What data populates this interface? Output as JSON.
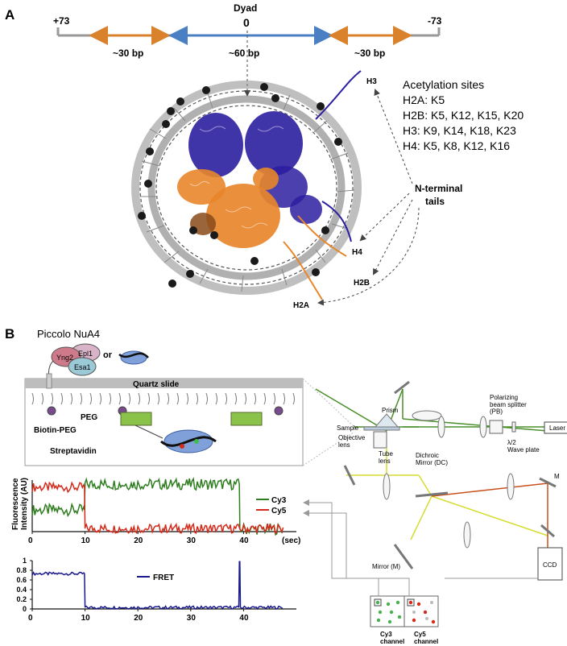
{
  "panel_a": {
    "label": "A",
    "ruler": {
      "left": "+73",
      "right": "-73",
      "dyad": "Dyad",
      "zero": "0",
      "left_seg": "~30 bp",
      "mid_seg": "~60 bp",
      "right_seg": "~30 bp"
    },
    "acetylation": {
      "title": "Acetylation sites",
      "h2a": "H2A: K5",
      "h2b": "H2B: K5, K12, K15, K20",
      "h3": "H3: K9, K14, K18, K23",
      "h4": "H4: K5, K8, K12, K16"
    },
    "tails": {
      "line1": "N-terminal",
      "line2": "tails"
    },
    "histones": {
      "h3": "H3",
      "h4": "H4",
      "h2b": "H2B",
      "h2a": "H2A"
    }
  },
  "panel_b": {
    "label": "B",
    "complex_title": "Piccolo NuA4",
    "subunits": {
      "yng2": "Yng2",
      "epl1": "Epl1",
      "esa1": "Esa1"
    },
    "or": "or",
    "quartz": "Quartz slide",
    "peg": "PEG",
    "biotin_peg": "Biotin-PEG",
    "streptavidin": "Streptavidin",
    "optics": {
      "prism": "Prism",
      "sample": "Sample",
      "objective": "Objective\nlens",
      "polarizing": "Polarizing\nbeam splitter\n(PB)",
      "laser": "Laser",
      "waveplate": "λ/2\nWave plate",
      "tube": "Tube\nlens",
      "dichroic": "Dichroic\nMirror (DC)",
      "m": "M",
      "mirror": "Mirror (M)",
      "ccd": "CCD"
    },
    "channels": {
      "cy3": "Cy3\nchannel",
      "cy5": "Cy5\nchannel"
    },
    "colors": {
      "cy3": "#2e7d1e",
      "cy5": "#d42a1a",
      "fret": "#1a1a8c",
      "blue_arrow": "#4a7fc4",
      "orange_arrow": "#d9822b",
      "helix_blue": "#2b1ea0",
      "helix_orange": "#e8862a"
    }
  },
  "chart_data": [
    {
      "type": "line",
      "xlabel": "(sec)",
      "ylabel": "Fluorescence\nIntensity (AU)",
      "xlim": [
        0,
        50
      ],
      "xticks": [
        0,
        10,
        20,
        30,
        40
      ],
      "tick_labels": [
        "0",
        "10",
        "20",
        "30",
        "40"
      ],
      "legend": "right",
      "series": [
        {
          "name": "Cy3",
          "color": "#2e7d1e",
          "x": [
            0,
            9.9,
            10,
            39.2,
            39.3,
            47.5
          ],
          "y": [
            0.42,
            0.42,
            0.92,
            0.92,
            0.05,
            0.05
          ]
        },
        {
          "name": "Cy5",
          "color": "#d42a1a",
          "x": [
            0,
            9.9,
            10,
            47.5
          ],
          "y": [
            0.86,
            0.86,
            0.06,
            0.06
          ]
        }
      ]
    },
    {
      "type": "line",
      "xlim": [
        0,
        50
      ],
      "ylim": [
        0,
        1
      ],
      "xticks": [
        0,
        10,
        20,
        30,
        40
      ],
      "tick_labels": [
        "0",
        "10",
        "20",
        "30",
        "40"
      ],
      "yticks": [
        0,
        0.2,
        0.4,
        0.6,
        0.8,
        1
      ],
      "ytick_labels": [
        "0",
        "0.2",
        "0.4",
        "0.6",
        "0.8",
        "1"
      ],
      "series": [
        {
          "name": "FRET",
          "color": "#1a1a8c",
          "x": [
            0,
            9.9,
            10,
            39.1,
            39.2,
            39.3,
            39.4,
            47.5
          ],
          "y": [
            0.73,
            0.73,
            0.03,
            0.03,
            0.98,
            0.98,
            0.03,
            0.03
          ]
        }
      ]
    }
  ]
}
